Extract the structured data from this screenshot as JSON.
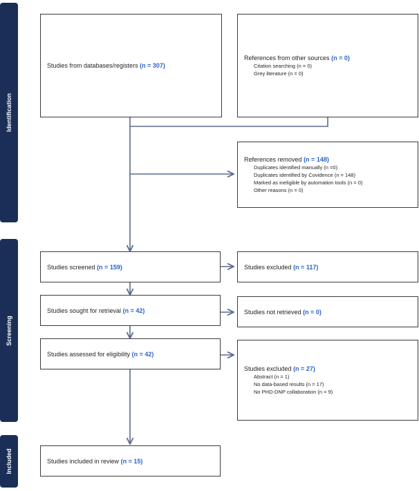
{
  "phases": {
    "identification": "Identification",
    "screening": "Screening",
    "included": "Included"
  },
  "boxes": {
    "databases": {
      "label": "Studies from databases/registers",
      "count": "(n = 307)"
    },
    "other_sources": {
      "label": "References from other sources",
      "count": "(n = 0)",
      "items": [
        "Citation searching (n = 0)",
        "Grey literature (n = 0)"
      ]
    },
    "removed": {
      "label": "References removed",
      "count": "(n = 148)",
      "items": [
        "Duplicates identified manually (n =0)",
        "Duplicates identified by Covidence (n = 148)",
        "Marked as ineligible by automation tools (n = 0)",
        "Other reasons (n = 0)"
      ]
    },
    "screened": {
      "label": "Studies screened",
      "count": "(n = 159)"
    },
    "excluded_screen": {
      "label": "Studies excluded",
      "count": "(n = 117)"
    },
    "sought": {
      "label": "Studies sought for retrieval",
      "count": "(n = 42)"
    },
    "not_retrieved": {
      "label": "Studies not retrieved",
      "count": "(n = 0)"
    },
    "assessed": {
      "label": "Studies assessed for eligibility",
      "count": "(n = 42)"
    },
    "excluded_full": {
      "label": "Studies excluded",
      "count": "(n = 27)",
      "items": [
        "Abstract (n = 1)",
        "No data-based results (n = 17)",
        "No PHD-DNP collaboration (n = 9)"
      ]
    },
    "included": {
      "label": "Studies included in review",
      "count": "(n = 15)"
    }
  }
}
